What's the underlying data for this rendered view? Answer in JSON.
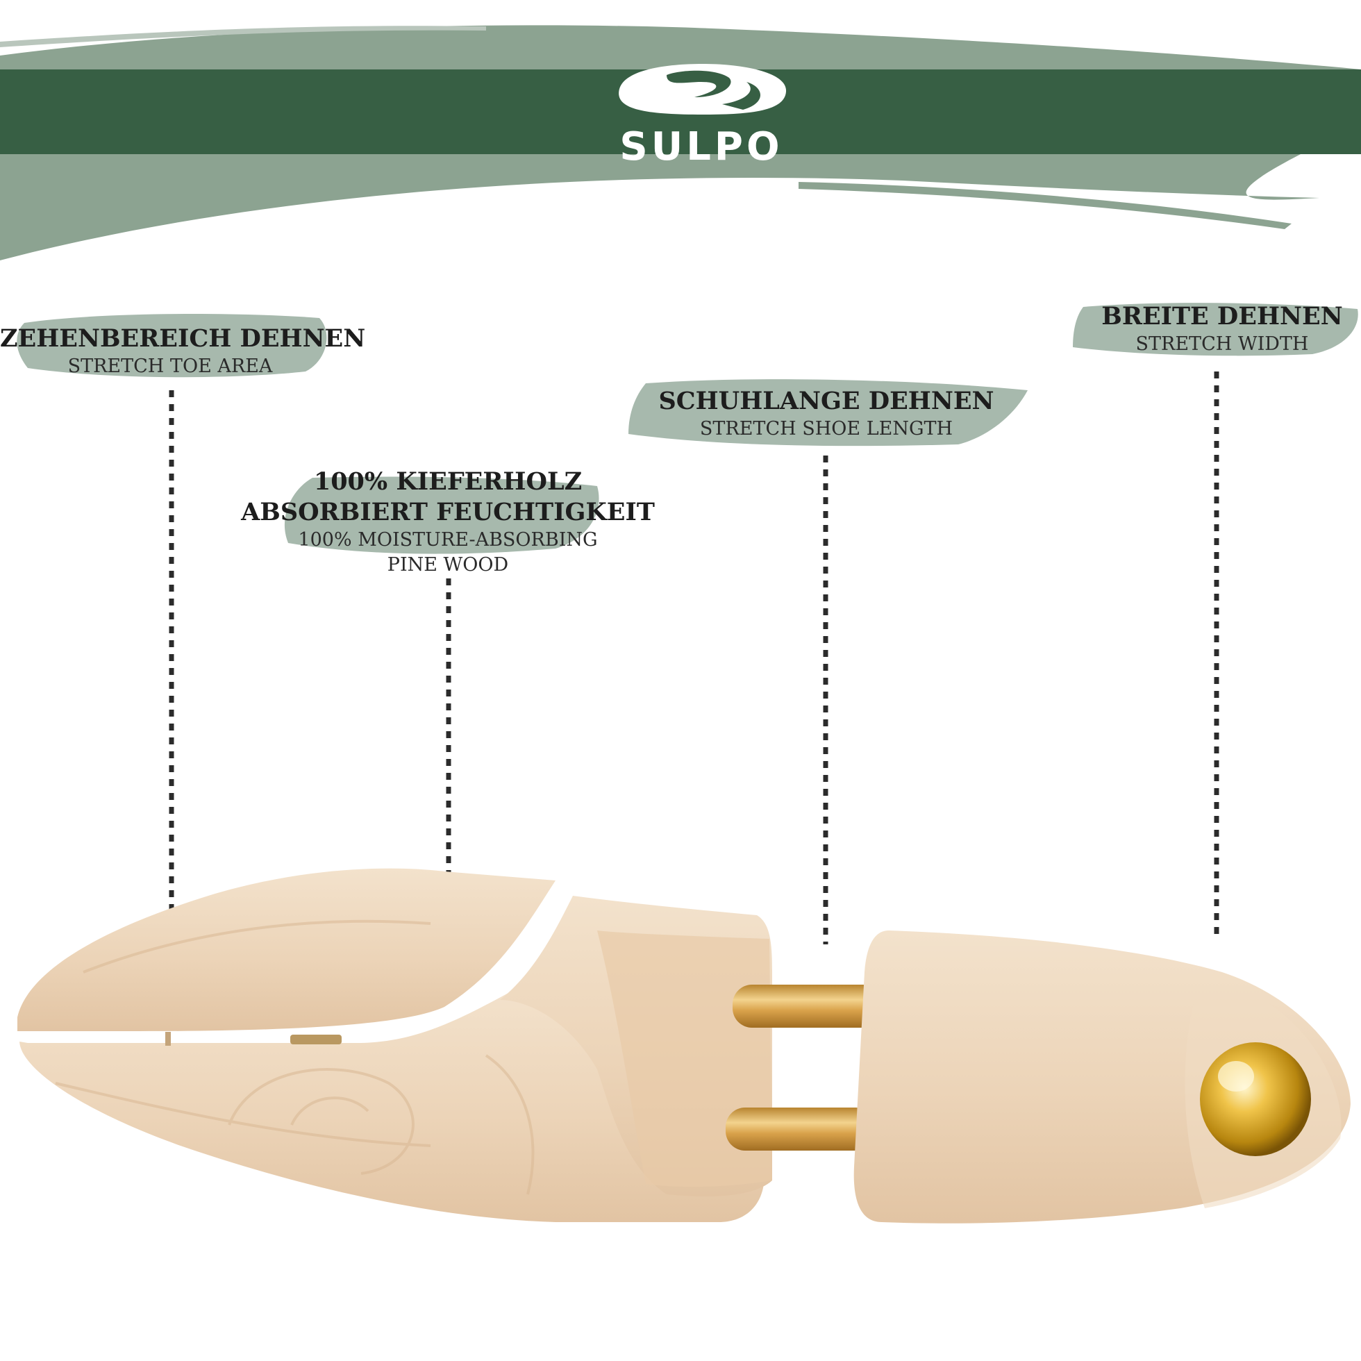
{
  "brand": {
    "name": "SULPO",
    "colors": {
      "dark_green": "#375f44",
      "light_green": "#8ca391",
      "brush_green": "#a7b9ad",
      "wood": "#ecd6bd",
      "brass": "#d8a24a"
    }
  },
  "callouts": {
    "toe": {
      "title": "ZEHENBEREICH DEHNEN",
      "subtitle": "STRETCH TOE AREA"
    },
    "pine": {
      "title_line1": "100% KIEFERHOLZ",
      "title_line2": "ABSORBIERT FEUCHTIGKEIT",
      "subtitle_line1": "100% MOISTURE-ABSORBING",
      "subtitle_line2": "PINE WOOD"
    },
    "length": {
      "title": "SCHUHLANGE DEHNEN",
      "subtitle": "STRETCH SHOE LENGTH"
    },
    "width": {
      "title": "BREITE DEHNEN",
      "subtitle": "STRETCH WIDTH"
    }
  },
  "product": {
    "icon": "wooden-shoe-tree-image"
  }
}
